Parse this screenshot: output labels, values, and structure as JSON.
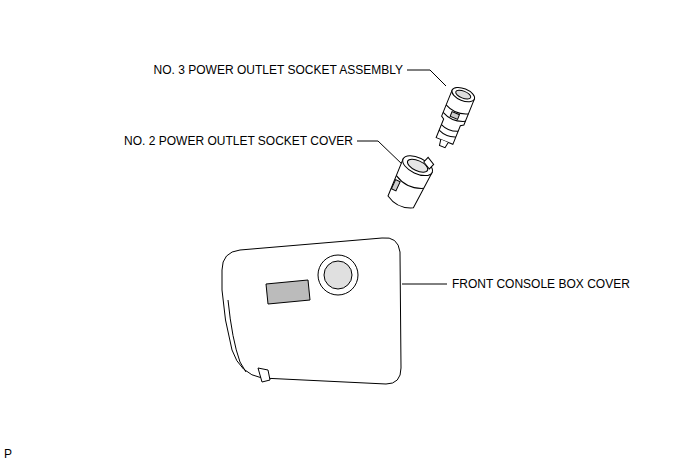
{
  "diagram": {
    "labels": [
      "NO. 3 POWER OUTLET SOCKET ASSEMBLY",
      "NO. 2 POWER OUTLET SOCKET COVER",
      "FRONT CONSOLE BOX COVER",
      "P"
    ]
  }
}
